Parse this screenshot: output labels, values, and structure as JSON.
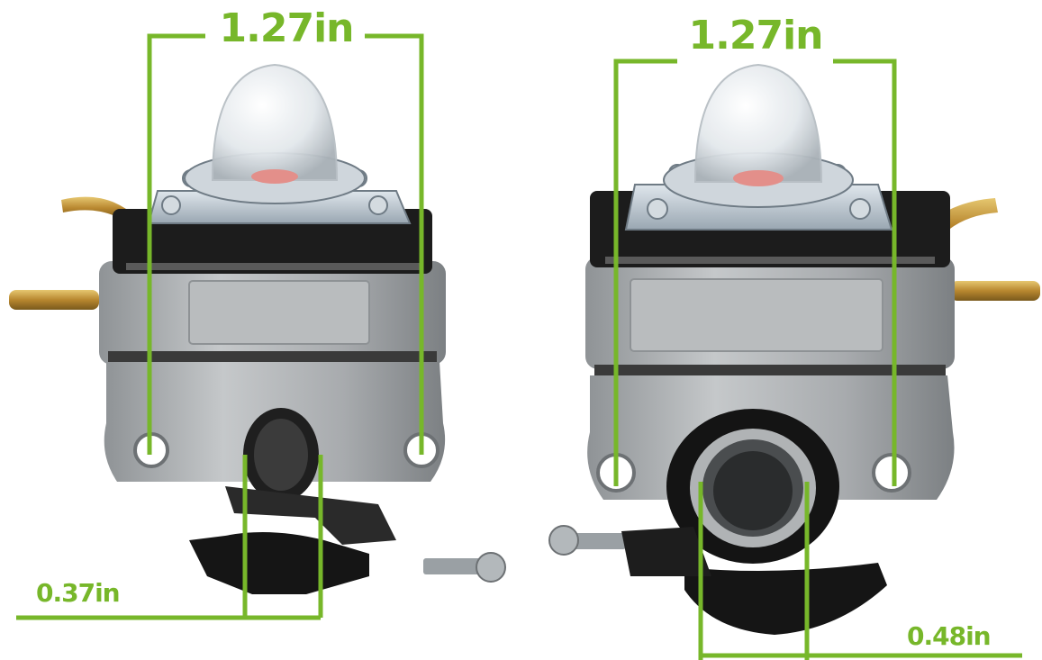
{
  "colors": {
    "dimension": "#77b72a",
    "aluminum": "#a9acae",
    "aluminum_dark": "#7e8285",
    "gasket": "#1c1c1c",
    "brass": "#c9a24a",
    "bulb": "#e9edf0",
    "background": "#ffffff"
  },
  "dimensions": {
    "left_width": "1.27in",
    "right_width": "1.27in",
    "left_bore": "0.37in",
    "right_bore": "0.48in"
  },
  "icons": [
    "carburetor-left-view",
    "carburetor-right-view",
    "primer-bulb"
  ]
}
